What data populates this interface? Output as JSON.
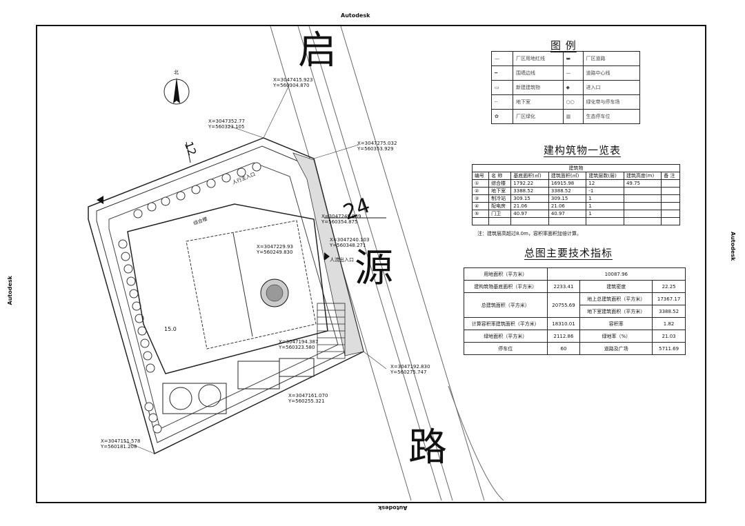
{
  "watermark": {
    "top": "Autodesk",
    "bottom": "Autodesk",
    "left": "Autodesk",
    "right": "Autodesk"
  },
  "road": {
    "chars": [
      "启",
      "源",
      "路"
    ],
    "width_label": "24"
  },
  "compass_label": "北",
  "legend": {
    "title": "图  例",
    "rows": [
      [
        "厂区用地红线",
        "厂区道路"
      ],
      [
        "围墙边线",
        "道路中心线"
      ],
      [
        "新建建筑物",
        "进入口"
      ],
      [
        "地下室",
        "绿化带与停车场"
      ],
      [
        "厂区绿化",
        "生态停车位"
      ]
    ]
  },
  "buildings_table": {
    "title": "建构筑物一览表",
    "group_header": "建筑物",
    "headers": [
      "编号",
      "名 称",
      "基底面积(㎡)",
      "建筑面积(㎡)",
      "建筑层数(层)",
      "建筑高度(m)",
      "备 注"
    ],
    "rows": [
      [
        "①",
        "综合楼",
        "1792.22",
        "16915.98",
        "12",
        "49.75",
        ""
      ],
      [
        "②",
        "地下室",
        "3388.52",
        "3388.52",
        "-1",
        "",
        ""
      ],
      [
        "③",
        "制冷站",
        "309.15",
        "309.15",
        "1",
        "",
        ""
      ],
      [
        "④",
        "配电房",
        "21.06",
        "21.06",
        "1",
        "",
        ""
      ],
      [
        "⑤",
        "门卫",
        "40.97",
        "40.97",
        "1",
        "",
        ""
      ],
      [
        "",
        "",
        "",
        "",
        "",
        "",
        ""
      ]
    ],
    "note": "注：建筑层高超过8.0m，容积率面积加倍计算。"
  },
  "indicators": {
    "title": "总图主要技术指标",
    "land_area_label": "用地面积（平方米）",
    "land_area": "10087.96",
    "base_area_label": "建构筑物基底面积（平方米）",
    "base_area": "2233.41",
    "density_label": "建筑密度",
    "density": "22.25",
    "total_area_label": "总建筑面积（平方米）",
    "total_area": "20755.69",
    "above_label": "地上总建筑面积（平方米）",
    "above": "17367.17",
    "below_label": "地下室建筑面积（平方米）",
    "below": "3388.52",
    "far_area_label": "计算容积率建筑面积（平方米）",
    "far_area": "18310.01",
    "far_label": "容积率",
    "far": "1.82",
    "green_label": "绿地面积（平方米）",
    "green": "2112.86",
    "green_rate_label": "绿地率（%）",
    "green_rate": "21.03",
    "parking_label": "停车位",
    "parking": "60",
    "road_label": "道路及广场",
    "road": "5711.69"
  },
  "plan": {
    "dim_12": "12",
    "dim_15": "15.0",
    "entrance_top": "人行主入口",
    "entrance_main": "人流出入口",
    "bldg_label": "综合楼",
    "coords": [
      "X=3047415.923",
      "Y=560304.870",
      "X=3047352.77",
      "Y=560323.105",
      "X=3047275.032",
      "Y=560353.929",
      "X=3047249.989",
      "Y=560354.875",
      "X=3047240.103",
      "Y=560348.271",
      "X=3047229.93",
      "Y=560249.830",
      "X=3047194.387",
      "Y=560323.580",
      "X=3047192.830",
      "Y=560275.747",
      "X=3047161.070",
      "Y=560255.321",
      "X=3047151.578",
      "Y=560181.208"
    ]
  }
}
